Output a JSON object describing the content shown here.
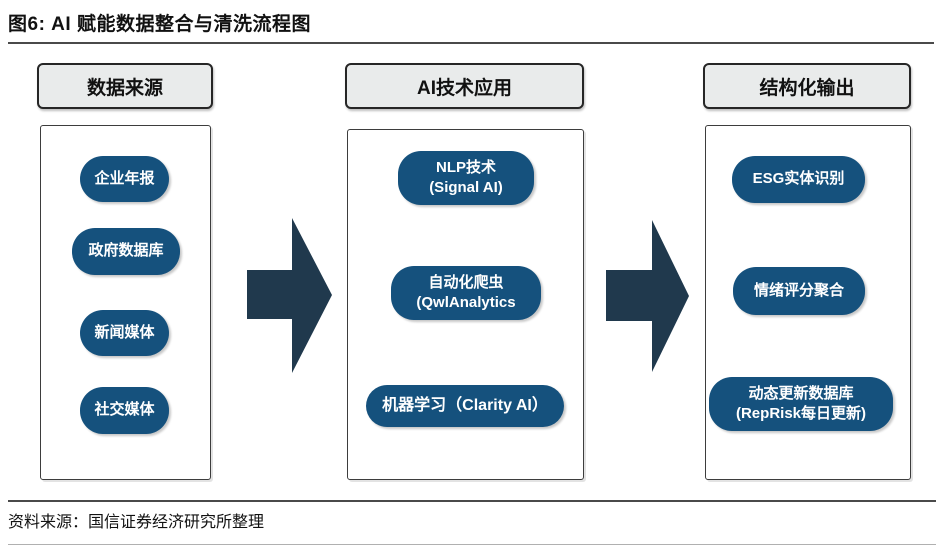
{
  "title": "图6: AI 赋能数据整合与清洗流程图",
  "source_note": "资料来源：国信证券经济研究所整理",
  "colors": {
    "pill": "#15517d",
    "arrow": "#20394d",
    "header-bg": "#e9ebeb",
    "line": "#4a4a4a"
  },
  "columns": [
    {
      "header": "数据来源",
      "items": [
        {
          "lines": [
            "企业年报"
          ]
        },
        {
          "lines": [
            "政府数据库"
          ]
        },
        {
          "lines": [
            "新闻媒体"
          ]
        },
        {
          "lines": [
            "社交媒体"
          ]
        }
      ]
    },
    {
      "header": "AI技术应用",
      "items": [
        {
          "lines": [
            "NLP技术",
            "(Signal AI)"
          ]
        },
        {
          "lines": [
            "自动化爬虫",
            "(QwlAnalytics"
          ]
        },
        {
          "lines": [
            "机器学习（Clarity AI）"
          ]
        }
      ]
    },
    {
      "header": "结构化输出",
      "items": [
        {
          "lines": [
            "ESG实体识别"
          ]
        },
        {
          "lines": [
            "情绪评分聚合"
          ]
        },
        {
          "lines": [
            "动态更新数据库",
            "(RepRisk每日更新)"
          ]
        }
      ]
    }
  ]
}
